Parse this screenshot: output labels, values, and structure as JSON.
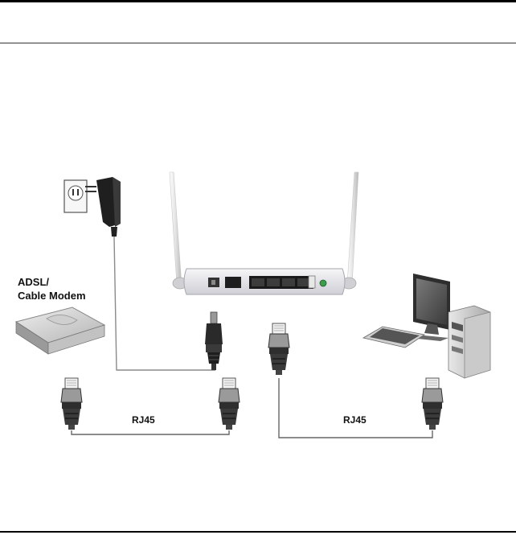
{
  "modem_label": {
    "line1": "ADSL/",
    "line2": "Cable Modem"
  },
  "cable_labels": {
    "left": "RJ45",
    "right": "RJ45"
  },
  "colors": {
    "router_body": "#e6e6ea",
    "cable_gray": "#8a8a8a",
    "connector_dark": "#2a2a2a",
    "rule_black": "#000000"
  }
}
